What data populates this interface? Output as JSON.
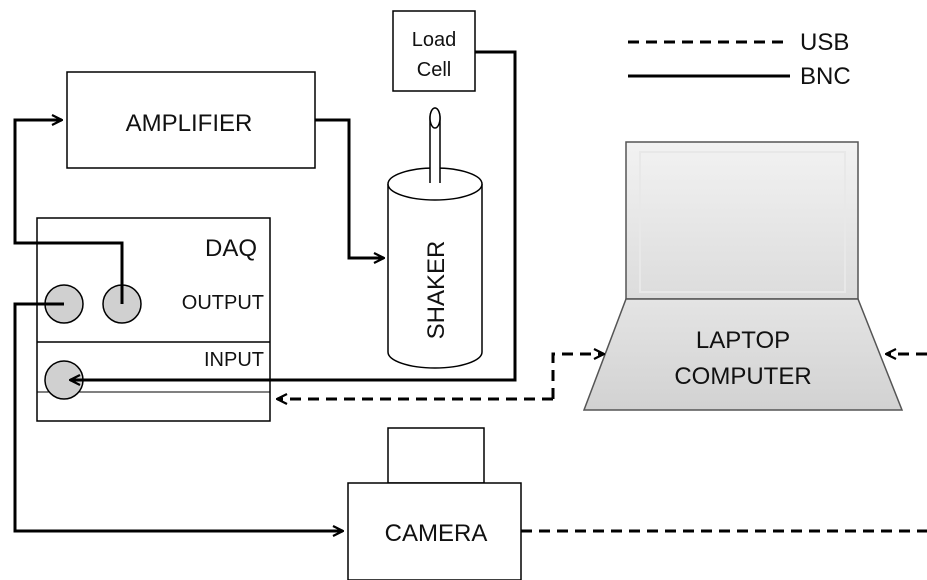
{
  "legend": {
    "usb_label": "USB",
    "bnc_label": "BNC"
  },
  "blocks": {
    "amplifier": "AMPLIFIER",
    "load_cell_line1": "Load",
    "load_cell_line2": "Cell",
    "shaker": "SHAKER",
    "daq_title": "DAQ",
    "daq_output": "OUTPUT",
    "daq_input": "INPUT",
    "laptop_line1": "LAPTOP",
    "laptop_line2": "COMPUTER",
    "camera": "CAMERA"
  },
  "connections": [
    {
      "id": "daq-output-to-amplifier",
      "type": "BNC"
    },
    {
      "id": "amplifier-to-shaker",
      "type": "BNC"
    },
    {
      "id": "load-cell-to-daq-input",
      "type": "BNC"
    },
    {
      "id": "daq-output-to-camera",
      "type": "BNC"
    },
    {
      "id": "laptop-to-daq",
      "type": "USB"
    },
    {
      "id": "camera-to-laptop",
      "type": "USB"
    }
  ],
  "colors": {
    "line": "#000000",
    "connector_fill": "#d0d0d0",
    "laptop_fill": "#e2e2e2"
  }
}
